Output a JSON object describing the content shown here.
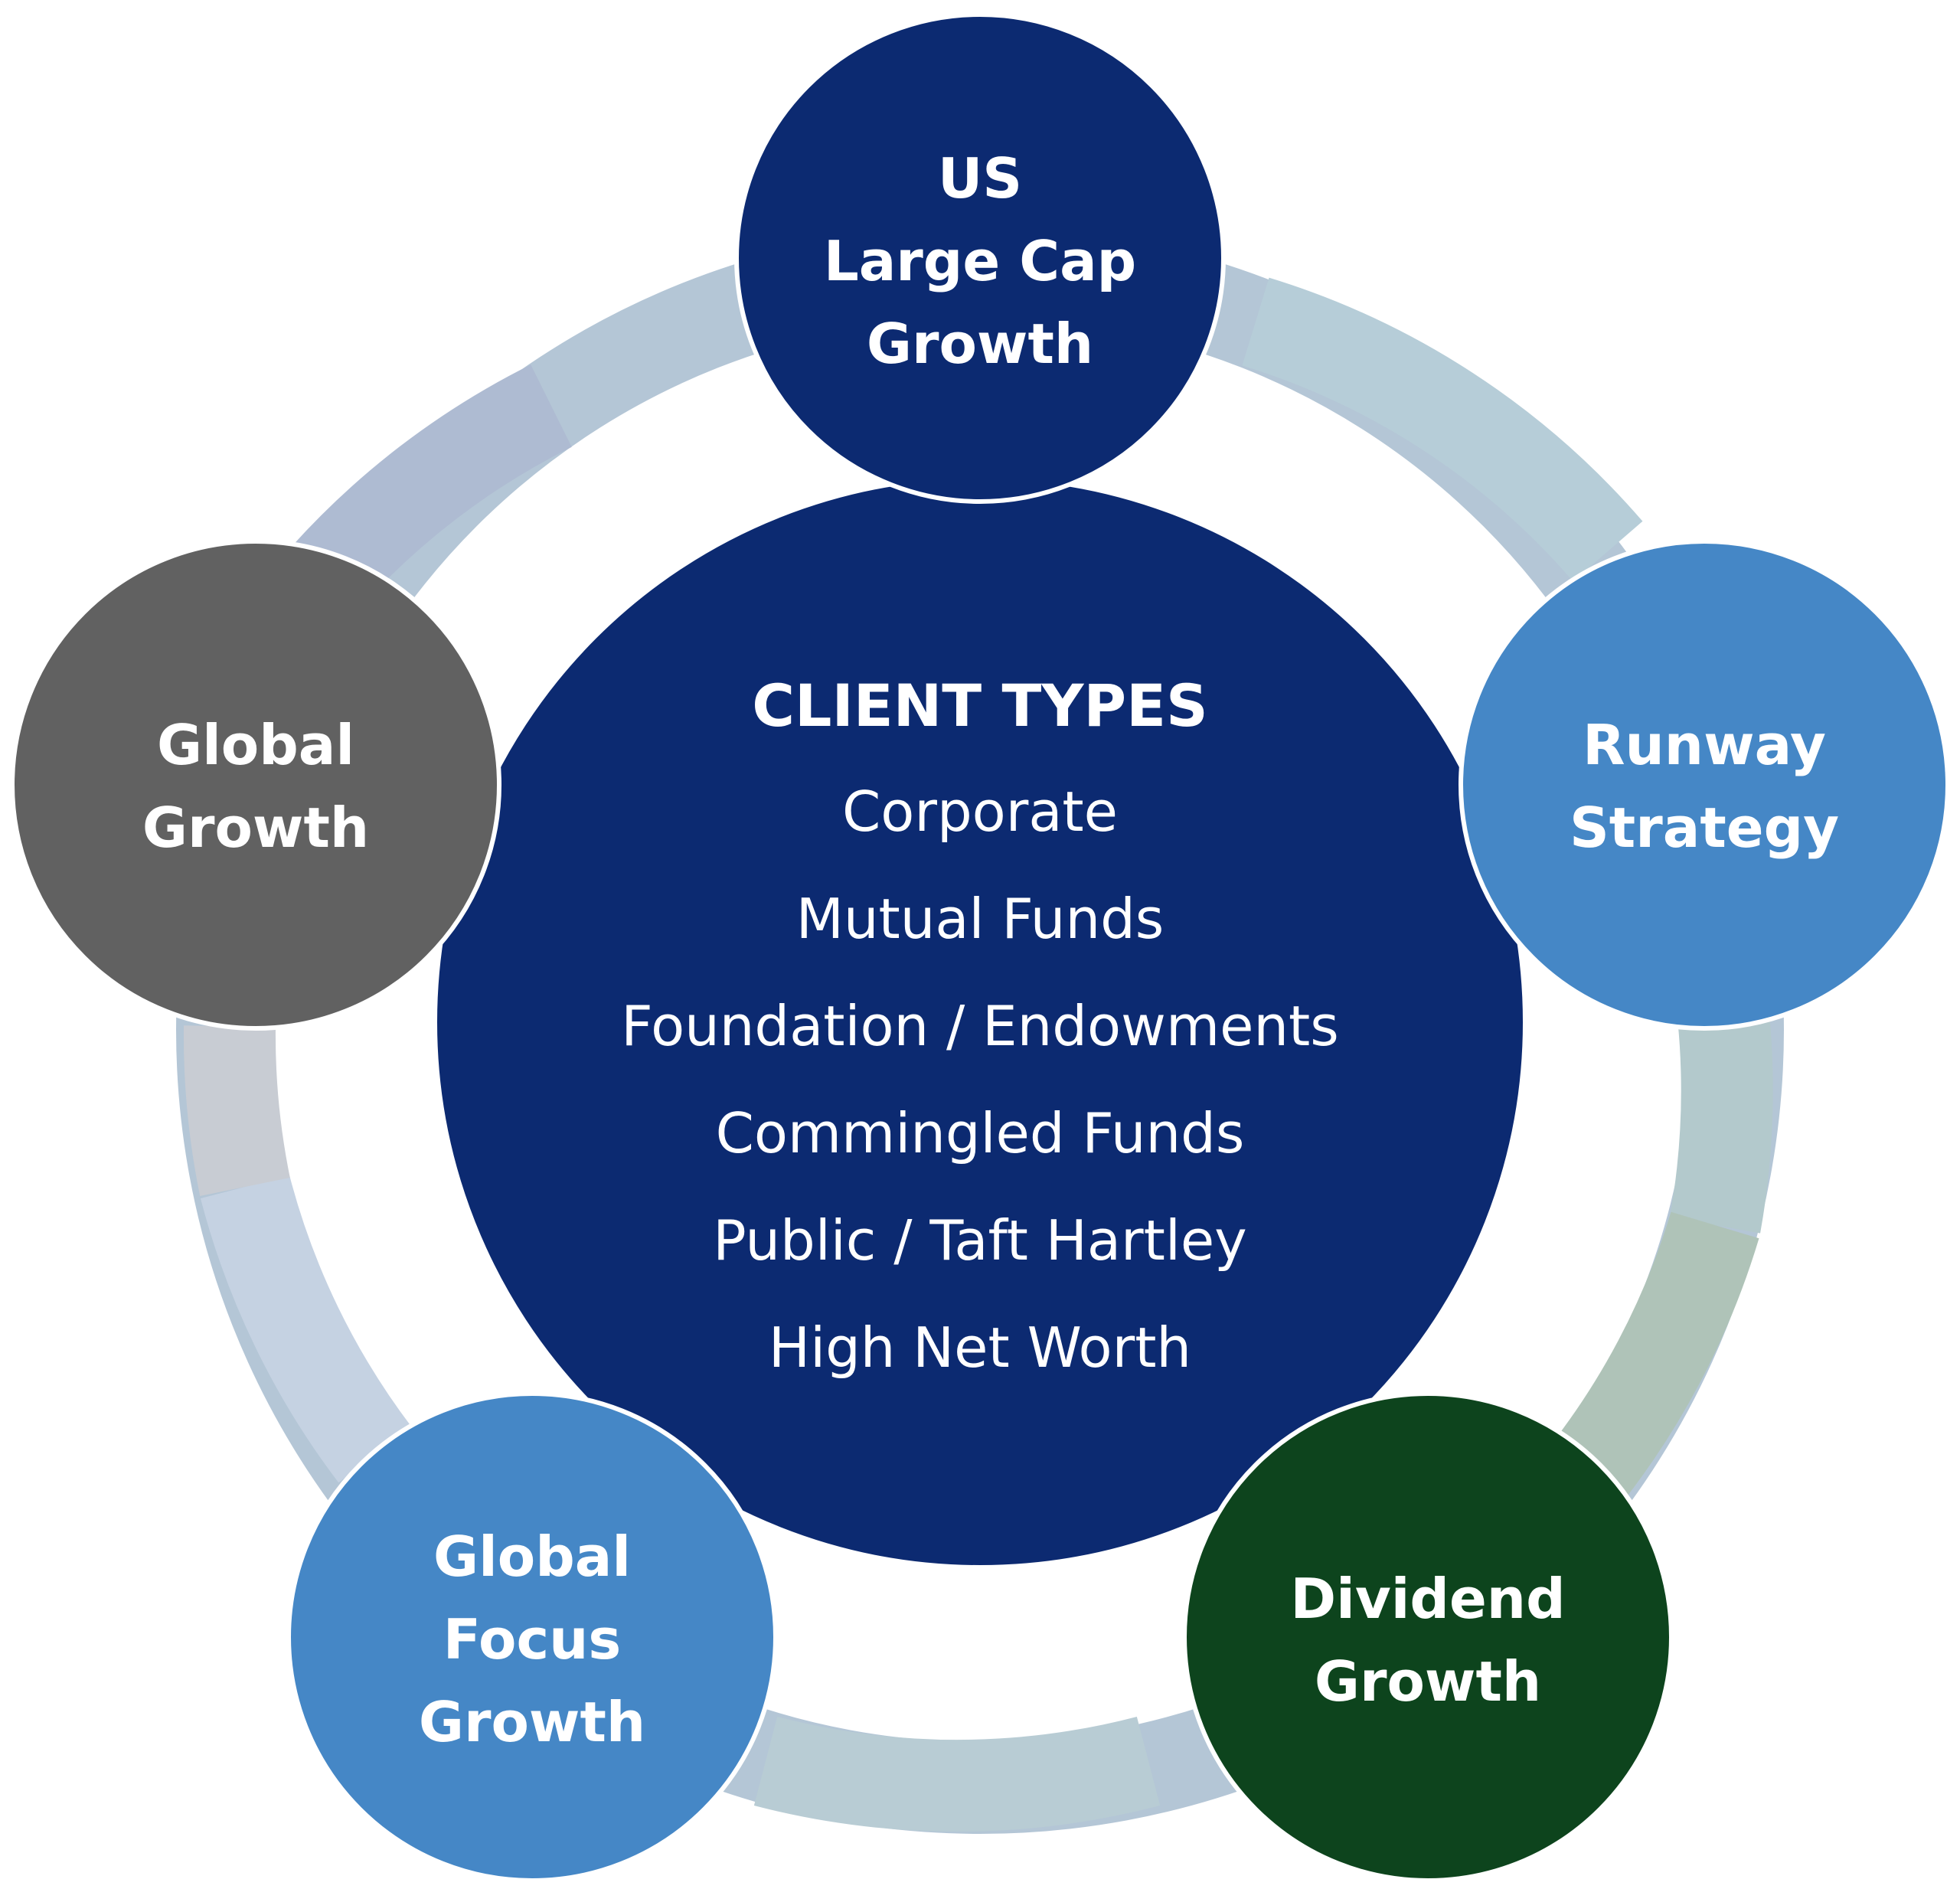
{
  "center": {
    "title": "CLIENT TYPES",
    "items": [
      "Corporate",
      "Mutual Funds",
      "Foundation / Endowments",
      "Commingled Funds",
      "Public / Taft Hartley",
      "High Net Worth"
    ],
    "color": "#0c2a71"
  },
  "nodes": [
    {
      "lines": [
        "US",
        "Large Cap",
        "Growth"
      ],
      "color": "#0c2a71"
    },
    {
      "lines": [
        "Runway",
        "Strategy"
      ],
      "color": "#4587c6"
    },
    {
      "lines": [
        "Dividend",
        "Growth"
      ],
      "color": "#0d441d"
    },
    {
      "lines": [
        "Global",
        "Focus",
        "Growth"
      ],
      "color": "#4587c6"
    },
    {
      "lines": [
        "Global",
        "Growth"
      ],
      "color": "#616161"
    }
  ],
  "ring": {
    "colors": [
      "#aebbd2",
      "#b6cdd8",
      "#c0d6ea",
      "#b3c9cc",
      "#afc3b8",
      "#b8ccd4",
      "#c5d2e2",
      "#c8ccd3"
    ]
  }
}
